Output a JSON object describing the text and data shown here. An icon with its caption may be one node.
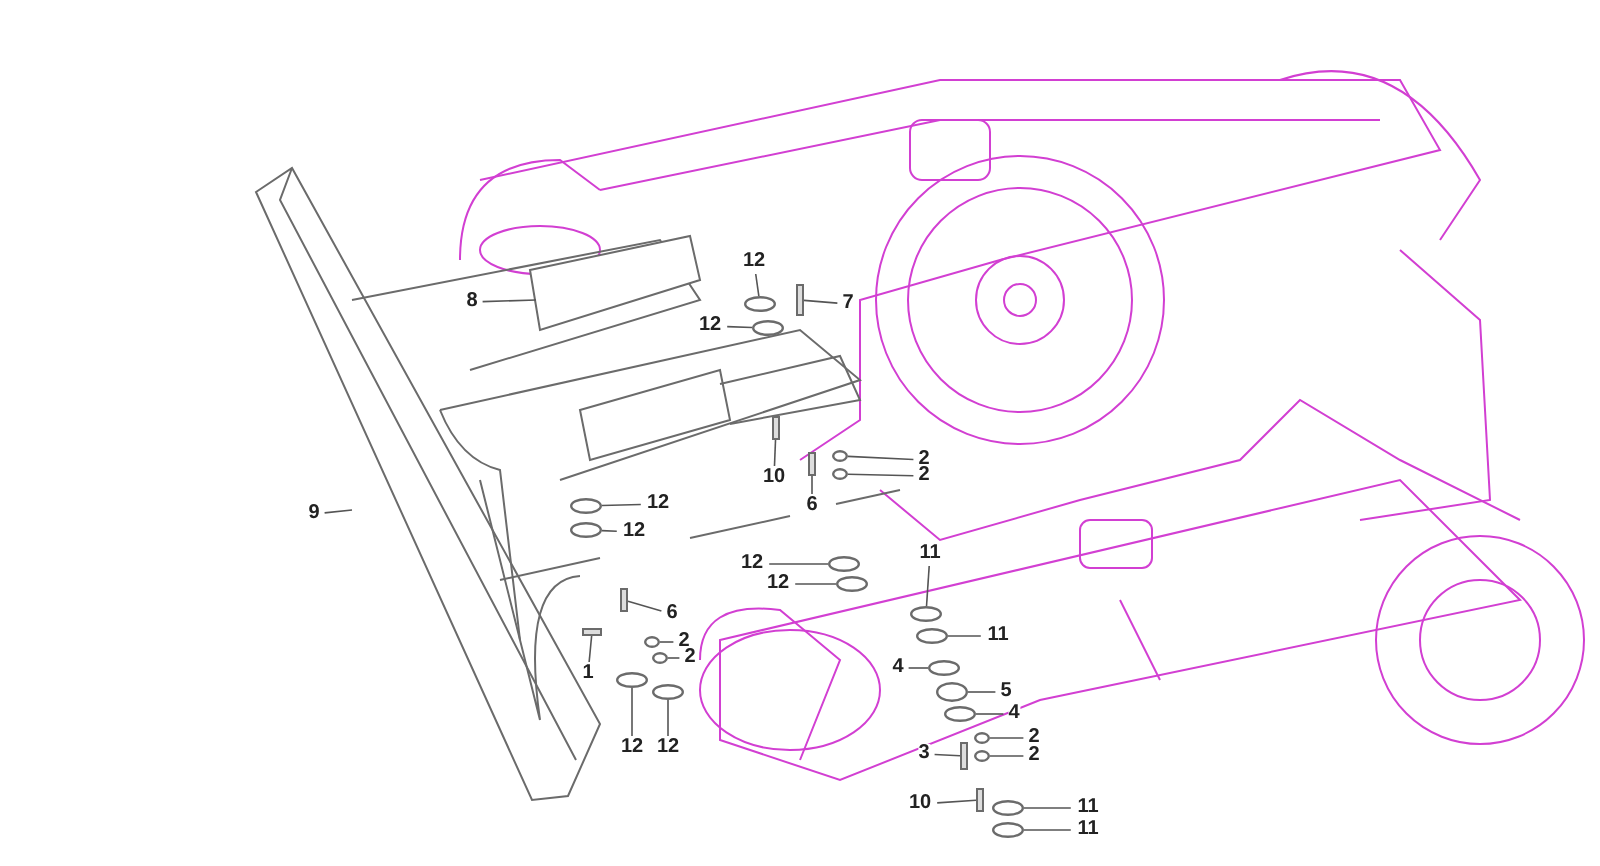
{
  "diagram": {
    "nodes": [
      {
        "text": [
          "8"
        ]
      },
      {
        "text": [
          "12"
        ]
      },
      {
        "text": [
          "7"
        ]
      },
      {
        "text": [
          "12"
        ]
      },
      {
        "text": [
          "10"
        ]
      },
      {
        "text": [
          "2"
        ]
      },
      {
        "text": [
          "2"
        ]
      },
      {
        "text": [
          "6"
        ]
      },
      {
        "text": [
          "12"
        ]
      },
      {
        "text": [
          "9"
        ]
      },
      {
        "text": [
          "12"
        ]
      },
      {
        "text": [
          "11"
        ]
      },
      {
        "text": [
          "12"
        ]
      },
      {
        "text": [
          "12"
        ]
      },
      {
        "text": [
          "6"
        ]
      },
      {
        "text": [
          "11"
        ]
      },
      {
        "text": [
          "2"
        ]
      },
      {
        "text": [
          "2"
        ]
      },
      {
        "text": [
          "4"
        ]
      },
      {
        "text": [
          "1"
        ]
      },
      {
        "text": [
          "5"
        ]
      },
      {
        "text": [
          "4"
        ]
      },
      {
        "text": [
          "2"
        ]
      },
      {
        "text": [
          "12"
        ]
      },
      {
        "text": [
          "12"
        ]
      },
      {
        "text": [
          "3"
        ]
      },
      {
        "text": [
          "2"
        ]
      },
      {
        "text": [
          "10"
        ]
      },
      {
        "text": [
          "11"
        ]
      },
      {
        "text": [
          "11"
        ]
      },
      {
        "text": [],
        "shape": "ring"
      },
      {
        "text": [],
        "shape": "bar"
      },
      {
        "text": [],
        "shape": "ring"
      },
      {
        "text": [],
        "shape": "bar"
      },
      {
        "text": [],
        "shape": "ring"
      },
      {
        "text": [],
        "shape": "ring"
      },
      {
        "text": [],
        "shape": "bar"
      },
      {
        "text": [],
        "shape": "ring"
      },
      {
        "text": [],
        "shape": "ring"
      },
      {
        "text": [],
        "shape": "ring"
      },
      {
        "text": [],
        "shape": "ring"
      },
      {
        "text": [],
        "shape": "ring"
      },
      {
        "text": [],
        "shape": "bar"
      },
      {
        "text": [],
        "shape": "ring"
      },
      {
        "text": [],
        "shape": "ring"
      },
      {
        "text": [],
        "shape": "ring"
      },
      {
        "text": [],
        "shape": "ring"
      },
      {
        "text": [],
        "shape": "bar"
      },
      {
        "text": [],
        "shape": "ring"
      },
      {
        "text": [],
        "shape": "ring"
      },
      {
        "text": [],
        "shape": "ring"
      },
      {
        "text": [],
        "shape": "ring"
      },
      {
        "text": [],
        "shape": "ring"
      },
      {
        "text": [],
        "shape": "bar"
      },
      {
        "text": [],
        "shape": "ring"
      },
      {
        "text": [],
        "shape": "bar"
      },
      {
        "text": [],
        "shape": "ring"
      },
      {
        "text": [],
        "shape": "ring"
      }
    ],
    "edges": [
      {
        "from": 0,
        "to": null,
        "arrow": "none"
      },
      {
        "from": 1,
        "to": 30,
        "arrow": "none"
      },
      {
        "from": 2,
        "to": 31,
        "arrow": "none"
      },
      {
        "from": 3,
        "to": 32,
        "arrow": "none"
      },
      {
        "from": 4,
        "to": 33,
        "arrow": "none"
      },
      {
        "from": 5,
        "to": 34,
        "arrow": "none"
      },
      {
        "from": 6,
        "to": 35,
        "arrow": "none"
      },
      {
        "from": 7,
        "to": 36,
        "arrow": "none"
      },
      {
        "from": 8,
        "to": 37,
        "arrow": "none"
      },
      {
        "from": 9,
        "to": null,
        "arrow": "none"
      },
      {
        "from": 10,
        "to": 38,
        "arrow": "none"
      },
      {
        "from": 11,
        "to": 39,
        "arrow": "none"
      },
      {
        "from": 12,
        "to": 40,
        "arrow": "none"
      },
      {
        "from": 13,
        "to": 41,
        "arrow": "none"
      },
      {
        "from": 14,
        "to": 42,
        "arrow": "none"
      },
      {
        "from": 15,
        "to": 43,
        "arrow": "none"
      },
      {
        "from": 16,
        "to": 44,
        "arrow": "none"
      },
      {
        "from": 17,
        "to": 45,
        "arrow": "none"
      },
      {
        "from": 18,
        "to": 46,
        "arrow": "none"
      },
      {
        "from": 19,
        "to": 47,
        "arrow": "none"
      },
      {
        "from": 20,
        "to": 48,
        "arrow": "none"
      },
      {
        "from": 21,
        "to": 49,
        "arrow": "none"
      },
      {
        "from": 22,
        "to": 50,
        "arrow": "none"
      },
      {
        "from": 23,
        "to": 51,
        "arrow": "none"
      },
      {
        "from": 24,
        "to": 52,
        "arrow": "none"
      },
      {
        "from": 25,
        "to": 53,
        "arrow": "none"
      },
      {
        "from": 26,
        "to": 54,
        "arrow": "none"
      },
      {
        "from": 27,
        "to": 55,
        "arrow": "none"
      },
      {
        "from": 28,
        "to": 56,
        "arrow": "none"
      },
      {
        "from": 29,
        "to": 57,
        "arrow": "none"
      }
    ]
  }
}
